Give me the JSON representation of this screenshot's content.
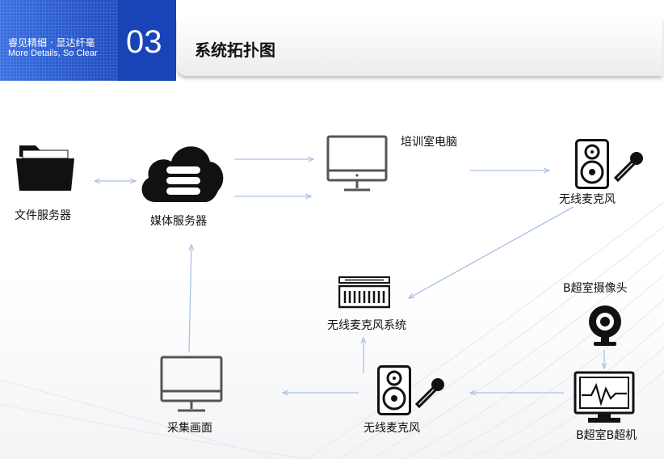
{
  "header": {
    "tagline_cn": "睿见精细 · 显达纤毫",
    "tagline_en": "More Details, So Clear",
    "section_number": "03",
    "title": "系统拓扑图"
  },
  "nodes": {
    "file_server": "文件服务器",
    "media_server": "媒体服务器",
    "training_pc": "培训室电脑",
    "wireless_mic_top": "无线麦克风",
    "wireless_mic_system": "无线麦克风系统",
    "b_camera": "B超室摄像头",
    "capture_screen": "采集画面",
    "wireless_mic_bottom": "无线麦克风",
    "b_ultrasound": "B超室B超机"
  },
  "colors": {
    "header_blue": "#1f4fc2",
    "arrow": "#a9c1e3",
    "icon_dark": "#111111",
    "icon_gray": "#555555"
  }
}
